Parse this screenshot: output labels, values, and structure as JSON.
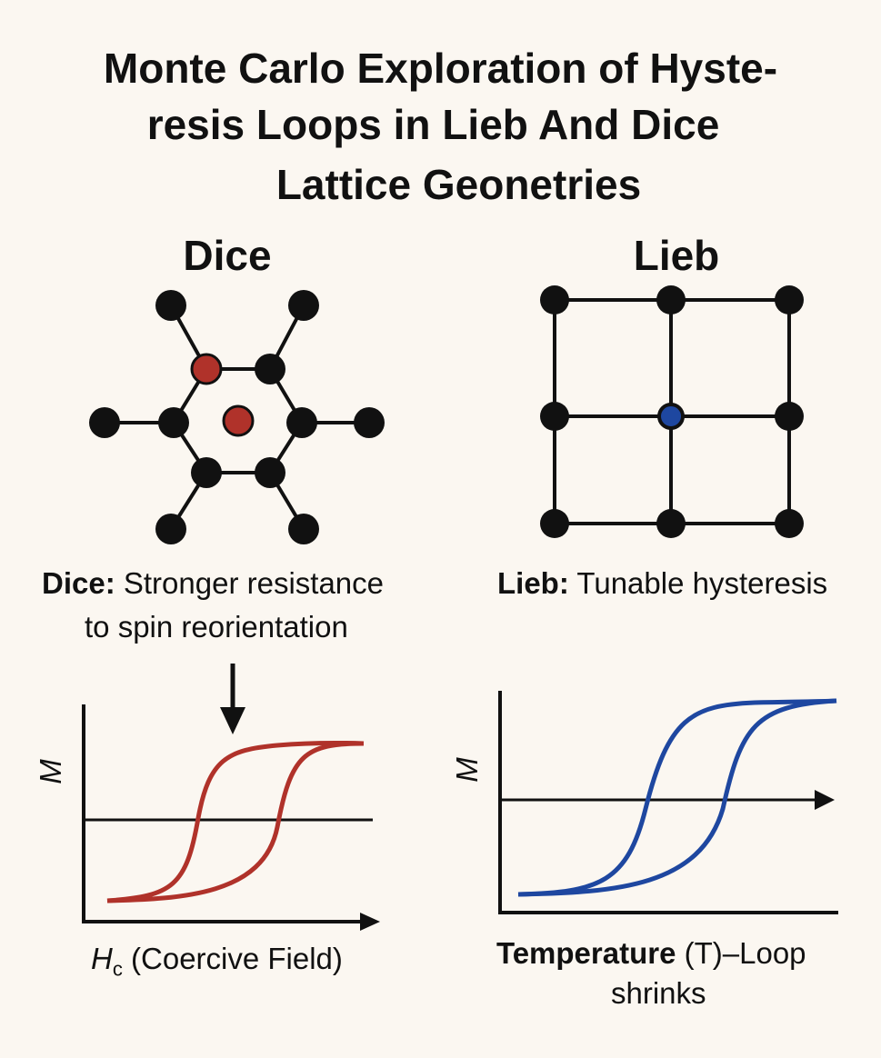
{
  "title": {
    "line1": "Monte Carlo Exploration of Hyste-",
    "line2": "resis Loops in Lieb And Dice",
    "line3": "Lattice Geonetries"
  },
  "dice": {
    "heading": "Dice",
    "caption_bold": "Dice:",
    "caption_line1": "Stronger resistance",
    "caption_line2": "to spin reorientation",
    "loop_color": "#b0322a",
    "site_color": "#b0322a",
    "plot": {
      "ylabel": "M",
      "xlabel_symbol": "H",
      "xlabel_subscript": "c",
      "xlabel_rest": "(Coercive Field)"
    }
  },
  "lieb": {
    "heading": "Lieb",
    "caption_bold": "Lieb:",
    "caption_text": "Tunable hysteresis",
    "loop_color": "#1e47a0",
    "site_color": "#1e47a0",
    "plot": {
      "ylabel": "M",
      "xlabel_bold": "Temperature",
      "xlabel_symbol": "(T)",
      "xlabel_rest": "–Loop",
      "xlabel_line2": "shrinks"
    }
  },
  "icons": [
    "down-arrow-icon"
  ]
}
